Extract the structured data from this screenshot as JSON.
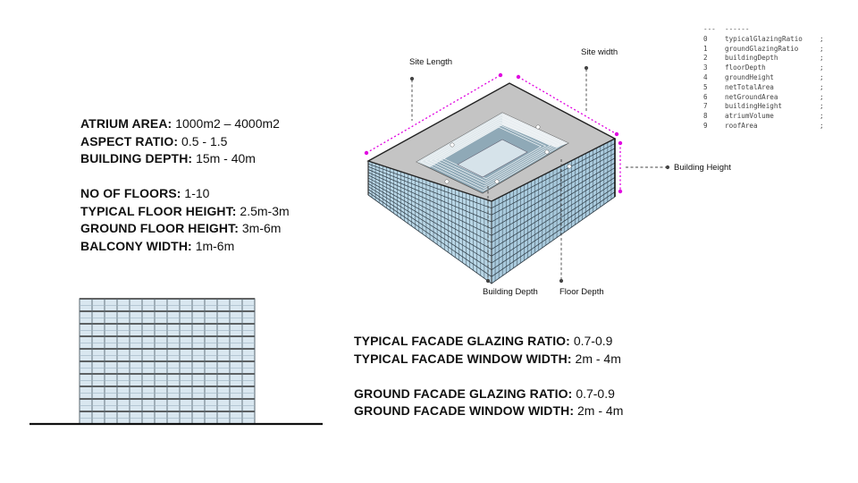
{
  "left_parameters": [
    {
      "key": "ATRIUM AREA:",
      "value": "1000m2 – 4000m2"
    },
    {
      "key": "ASPECT RATIO:",
      "value": "0.5 - 1.5"
    },
    {
      "key": "BUILDING DEPTH:",
      "value": "15m - 40m"
    },
    {
      "key": "",
      "value": ""
    },
    {
      "key": "NO OF FLOORS:",
      "value": "1-10"
    },
    {
      "key": "TYPICAL FLOOR HEIGHT:",
      "value": "2.5m-3m"
    },
    {
      "key": "GROUND FLOOR HEIGHT:",
      "value": "3m-6m"
    },
    {
      "key": "BALCONY WIDTH:",
      "value": "1m-6m"
    }
  ],
  "right_parameters": [
    {
      "key": "TYPICAL FACADE GLAZING RATIO:",
      "value": "0.7-0.9"
    },
    {
      "key": "TYPICAL FACADE WINDOW WIDTH:",
      "value": "2m - 4m"
    },
    {
      "key": "",
      "value": ""
    },
    {
      "key": "GROUND FACADE GLAZING RATIO:",
      "value": "0.7-0.9"
    },
    {
      "key": "GROUND FACADE WINDOW WIDTH:",
      "value": "2m - 4m"
    }
  ],
  "diagram_labels": {
    "site_length": "Site Length",
    "site_width": "Site width",
    "building_height": "Building Height",
    "building_depth": "Building Depth",
    "floor_depth": "Floor Depth"
  },
  "variable_table": {
    "header_index": "---",
    "header_name": "------",
    "rows": [
      {
        "index": "0",
        "name": "typicalGlazingRatio",
        "suffix": ";"
      },
      {
        "index": "1",
        "name": "groundGlazingRatio",
        "suffix": ";"
      },
      {
        "index": "2",
        "name": "buildingDepth",
        "suffix": ";"
      },
      {
        "index": "3",
        "name": "floorDepth",
        "suffix": ";"
      },
      {
        "index": "4",
        "name": "groundHeight",
        "suffix": ";"
      },
      {
        "index": "5",
        "name": "netTotalArea",
        "suffix": ";"
      },
      {
        "index": "6",
        "name": "netGroundArea",
        "suffix": ";"
      },
      {
        "index": "7",
        "name": "buildingHeight",
        "suffix": ";"
      },
      {
        "index": "8",
        "name": "atriumVolume",
        "suffix": ";"
      },
      {
        "index": "9",
        "name": "roofArea",
        "suffix": ";"
      }
    ]
  },
  "colors": {
    "dimension_accent": "#e000e0",
    "roof": "#c4c4c4",
    "facade_glass": "#b8d6e6",
    "facade_frame": "#2c3a44"
  }
}
